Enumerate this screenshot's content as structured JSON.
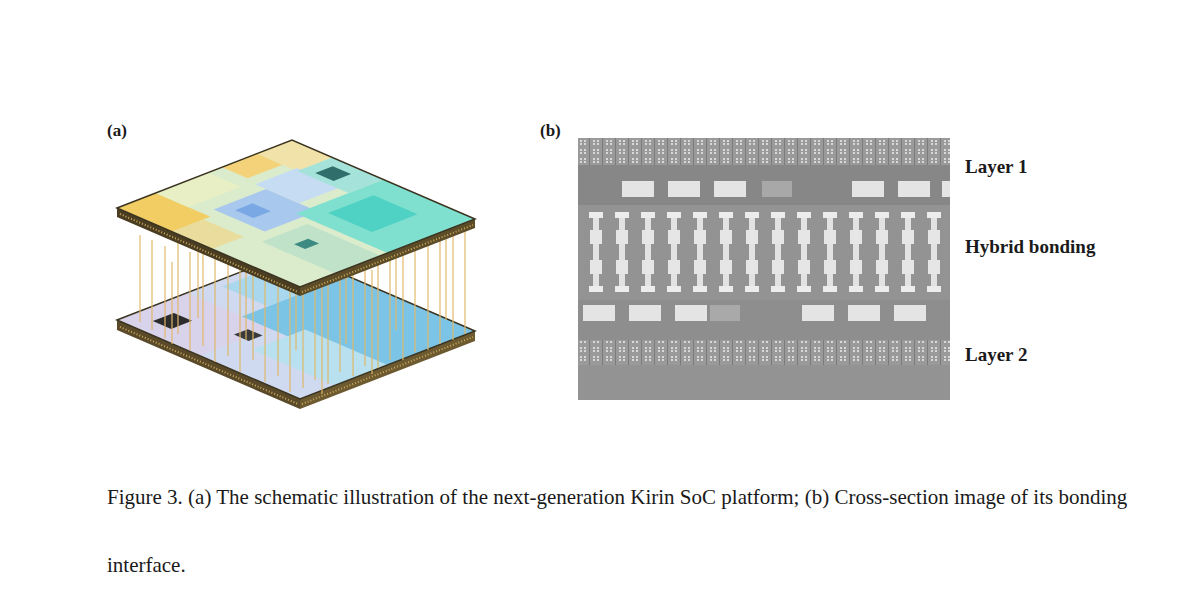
{
  "diagram": {
    "caption": "Figure 3. (a) The schematic illustration of the next-generation Kirin SoC platform; (b) Cross-section image of its bonding interface.",
    "labels": [
      "(a)",
      "(b)",
      "Layer 1",
      "Hybrid bonding",
      "Layer 2"
    ]
  }
}
